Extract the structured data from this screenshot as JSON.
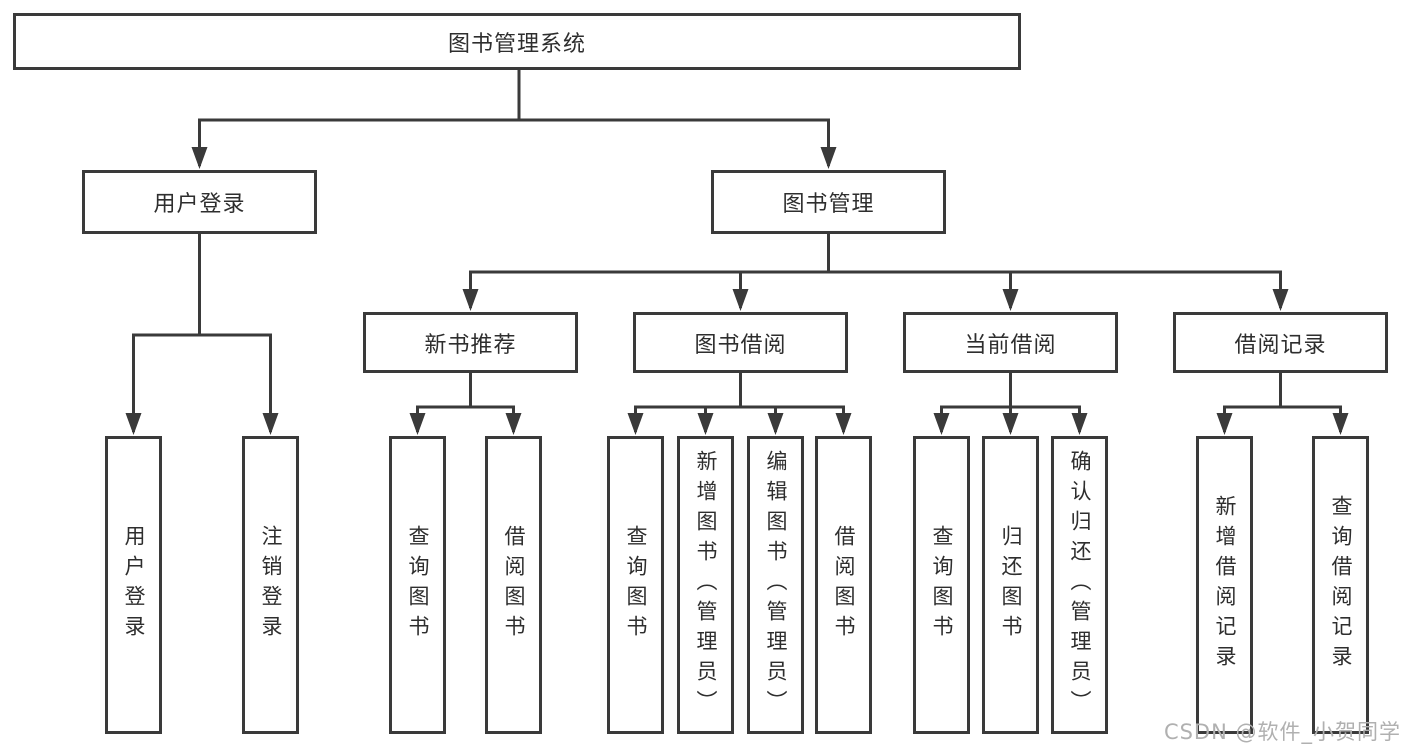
{
  "diagram": {
    "title": "图书管理系统",
    "branches": [
      {
        "label": "用户登录",
        "children": [
          {
            "label": "用户登录"
          },
          {
            "label": "注销登录"
          }
        ]
      },
      {
        "label": "图书管理",
        "children": [
          {
            "label": "新书推荐",
            "children": [
              {
                "label": "查询图书"
              },
              {
                "label": "借阅图书"
              }
            ]
          },
          {
            "label": "图书借阅",
            "children": [
              {
                "label": "查询图书"
              },
              {
                "label": "新增图书（管理员）"
              },
              {
                "label": "编辑图书（管理员）"
              },
              {
                "label": "借阅图书"
              }
            ]
          },
          {
            "label": "当前借阅",
            "children": [
              {
                "label": "查询图书"
              },
              {
                "label": "归还图书"
              },
              {
                "label": "确认归还（管理员）"
              }
            ]
          },
          {
            "label": "借阅记录",
            "children": [
              {
                "label": "新增借阅记录"
              },
              {
                "label": "查询借阅记录"
              }
            ]
          }
        ]
      }
    ]
  },
  "watermark": {
    "text": "CSDN @软件_小贺同学"
  },
  "colors": {
    "line": "#3a3a3a",
    "box_border": "#3a3a3a",
    "text": "#2e2e2e",
    "watermark": "#b0b0b0",
    "background": "#ffffff"
  }
}
